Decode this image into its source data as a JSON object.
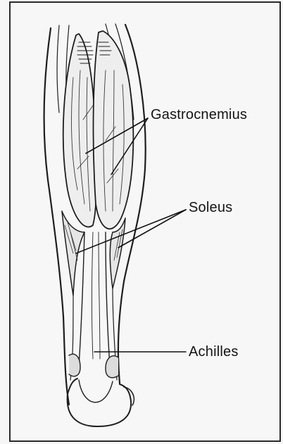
{
  "labels": {
    "gastrocnemius": "Gastrocnemius",
    "soleus": "Soleus",
    "achilles": "Achilles"
  }
}
